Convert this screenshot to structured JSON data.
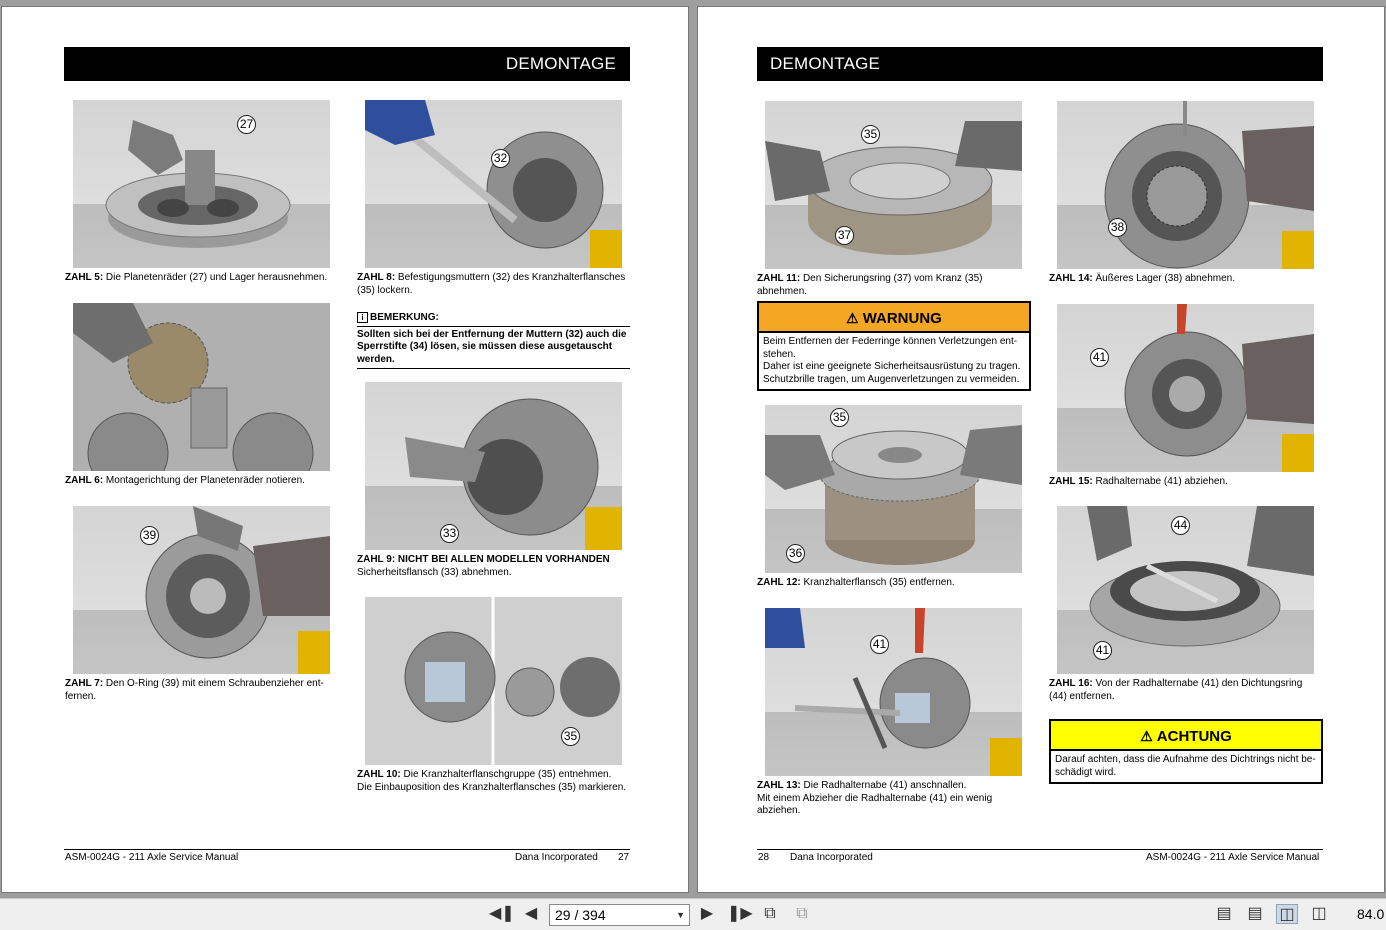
{
  "section_title": "DEMONTAGE",
  "left": {
    "callouts": [
      "27",
      "32",
      "39",
      "33",
      "35"
    ],
    "captions": {
      "z5_label": "ZAHL 5:",
      "z5_text": " Die Planetenräder (27) und Lager herausnehmen.",
      "z6_label": "ZAHL 6:",
      "z6_text": " Montagerichtung der Planetenräder notieren.",
      "z7_label": "ZAHL 7:",
      "z7_text": " Den O-Ring (39) mit einem Schraubenzieher ent-fernen.",
      "z8_label": "ZAHL 8:",
      "z8_text": " Befestigungsmuttern (32) des Kranzhalterflansches (35) lockern.",
      "z9_label": "ZAHL 9: NICHT BEI ALLEN MODELLEN VORHANDEN",
      "z9_text": "Sicherheitsflansch (33) abnehmen.",
      "z10_label": "ZAHL 10:",
      "z10_text": " Die Kranzhalterflanschgruppe (35) entnehmen.",
      "z10_text2": "Die Einbauposition des Kranzhalterflansches (35) markieren."
    },
    "note_title": "BEMERKUNG:",
    "note_body": "Sollten sich bei der Entfernung der Muttern (32) auch die Sperrstifte (34) lösen, sie müssen diese ausgetauscht werden.",
    "footer_left": "ASM-0024G - 211 Axle Service Manual",
    "footer_company": "Dana Incorporated",
    "footer_page": "27"
  },
  "right": {
    "callouts": [
      "35",
      "37",
      "38",
      "41",
      "35",
      "36",
      "41",
      "44",
      "41"
    ],
    "captions": {
      "z11_label": "ZAHL 11:",
      "z11_text": " Den Sicherungsring (37) vom Kranz (35) abnehmen.",
      "z12_label": "ZAHL 12:",
      "z12_text": " Kranzhalterflansch (35) entfernen.",
      "z13_label": "ZAHL 13:",
      "z13_text": " Die Radhalternabe (41) anschnallen.",
      "z13_text2": "Mit einem Abzieher die Radhalternabe (41) ein wenig abziehen.",
      "z14_label": "ZAHL 14:",
      "z14_text": " Äußeres Lager (38) abnehmen.",
      "z15_label": "ZAHL 15:",
      "z15_text": " Radhalternabe (41) abziehen.",
      "z16_label": "ZAHL 16:",
      "z16_text": " Von der Radhalternabe (41) den Dichtungsring (44) entfernen."
    },
    "warning_title": "WARNUNG",
    "warning_text1": "Beim Entfernen der Federringe können Verletzungen ent-stehen.",
    "warning_text2": "Daher ist eine geeignete Sicherheitsausrüstung zu tragen. Schutzbrille tragen, um Augenverletzungen zu vermeiden.",
    "caution_title": "ACHTUNG",
    "caution_text": "Darauf achten, dass die Aufnahme des Dichtrings nicht be-schädigt wird.",
    "footer_page": "28",
    "footer_company": "Dana Incorporated",
    "footer_right": "ASM-0024G - 211 Axle Service Manual"
  },
  "toolbar": {
    "page_value": "29 / 394",
    "zoom": "84.0",
    "icons": [
      "first-page-icon",
      "prev-page-icon",
      "next-page-icon",
      "last-page-icon",
      "prev-view-icon",
      "next-view-icon",
      "single-page-icon",
      "continuous-icon",
      "facing-icon",
      "continuous-facing-icon"
    ]
  },
  "colors": {
    "warning": "#f5a623",
    "caution": "#ffff00",
    "header": "#000000"
  }
}
